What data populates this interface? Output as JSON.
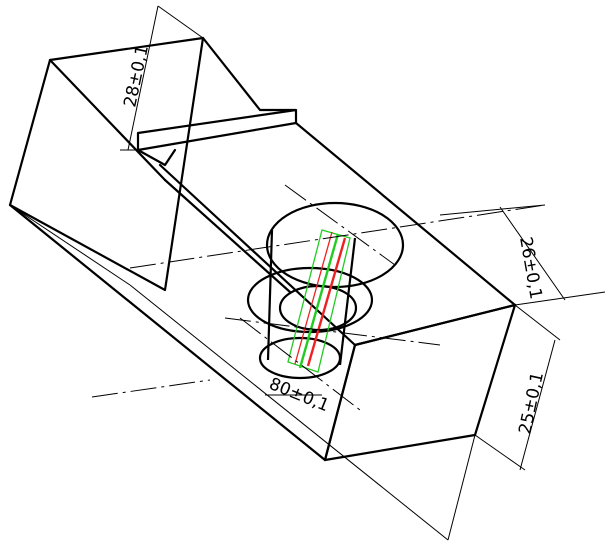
{
  "dimensions": {
    "height": "28±0,1",
    "depth": "26±0,1",
    "thickness": "25±0,1",
    "length": "80±0,1"
  },
  "colors": {
    "outline": "#000000",
    "green_axis": "#22cc22",
    "red_axis": "#ee2222",
    "background": "#ffffff"
  }
}
